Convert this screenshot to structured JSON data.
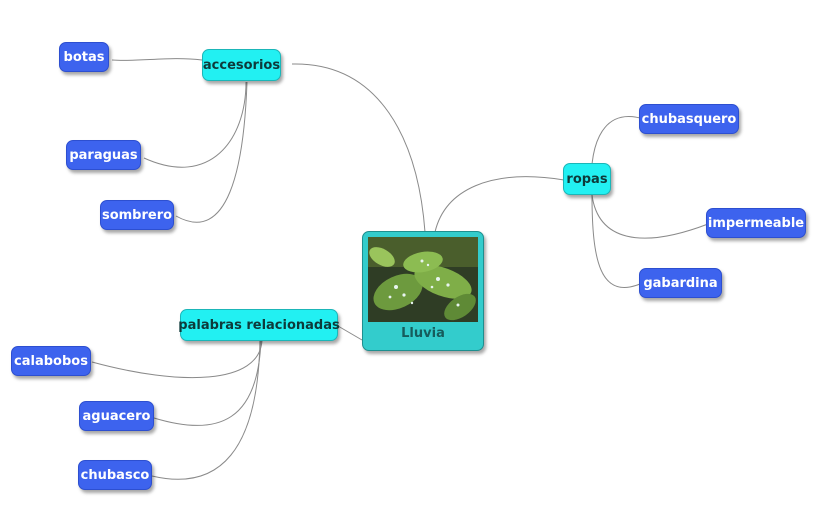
{
  "central": {
    "label": "Lluvia",
    "image": "rain-leaves-photo"
  },
  "branches": [
    {
      "label": "accesorios",
      "children": [
        "botas",
        "paraguas",
        "sombrero"
      ]
    },
    {
      "label": "ropas",
      "children": [
        "chubasquero",
        "impermeable",
        "gabardina"
      ]
    },
    {
      "label": "palabras relacionadas",
      "children": [
        "calabobos",
        "aguacero",
        "chubasco"
      ]
    }
  ],
  "colors": {
    "leaf": "#3d63ee",
    "branch": "#22f0f2",
    "central": "#33cccc",
    "link": "#8a8a8a"
  }
}
